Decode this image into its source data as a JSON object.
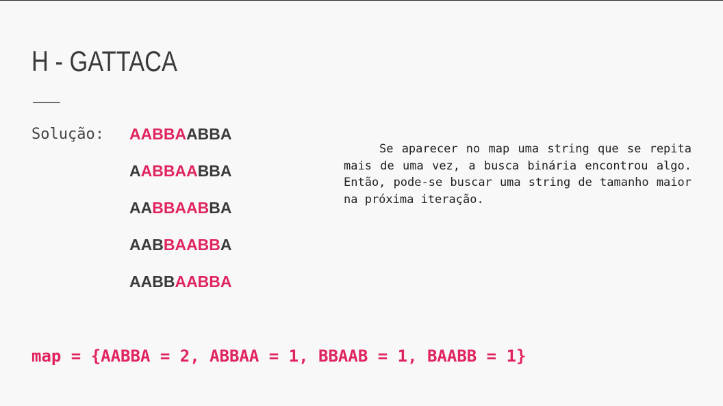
{
  "slide": {
    "title": "H - GATTACA",
    "rule": "———",
    "solution_label": "Solução:",
    "windows": [
      {
        "before": "",
        "highlight": "AABBA",
        "after": "ABBA"
      },
      {
        "before": "A",
        "highlight": "ABBAA",
        "after": "BBA"
      },
      {
        "before": "AA",
        "highlight": "BBAAB",
        "after": "BA"
      },
      {
        "before": "AAB",
        "highlight": "BAABB",
        "after": "A"
      },
      {
        "before": "AABB",
        "highlight": "AABBA",
        "after": ""
      }
    ],
    "explanation": "Se aparecer no map uma string que se repita mais de uma vez, a busca binária encontrou algo. Então, pode-se buscar uma string de tamanho maior na próxima iteração.",
    "map_line": "map = {AABBA = 2, ABBAA = 1, BBAAB = 1, BAABB = 1}"
  },
  "colors": {
    "accent": "#e0245e",
    "text": "#3a3a3a",
    "background": "#f8f8f8"
  }
}
